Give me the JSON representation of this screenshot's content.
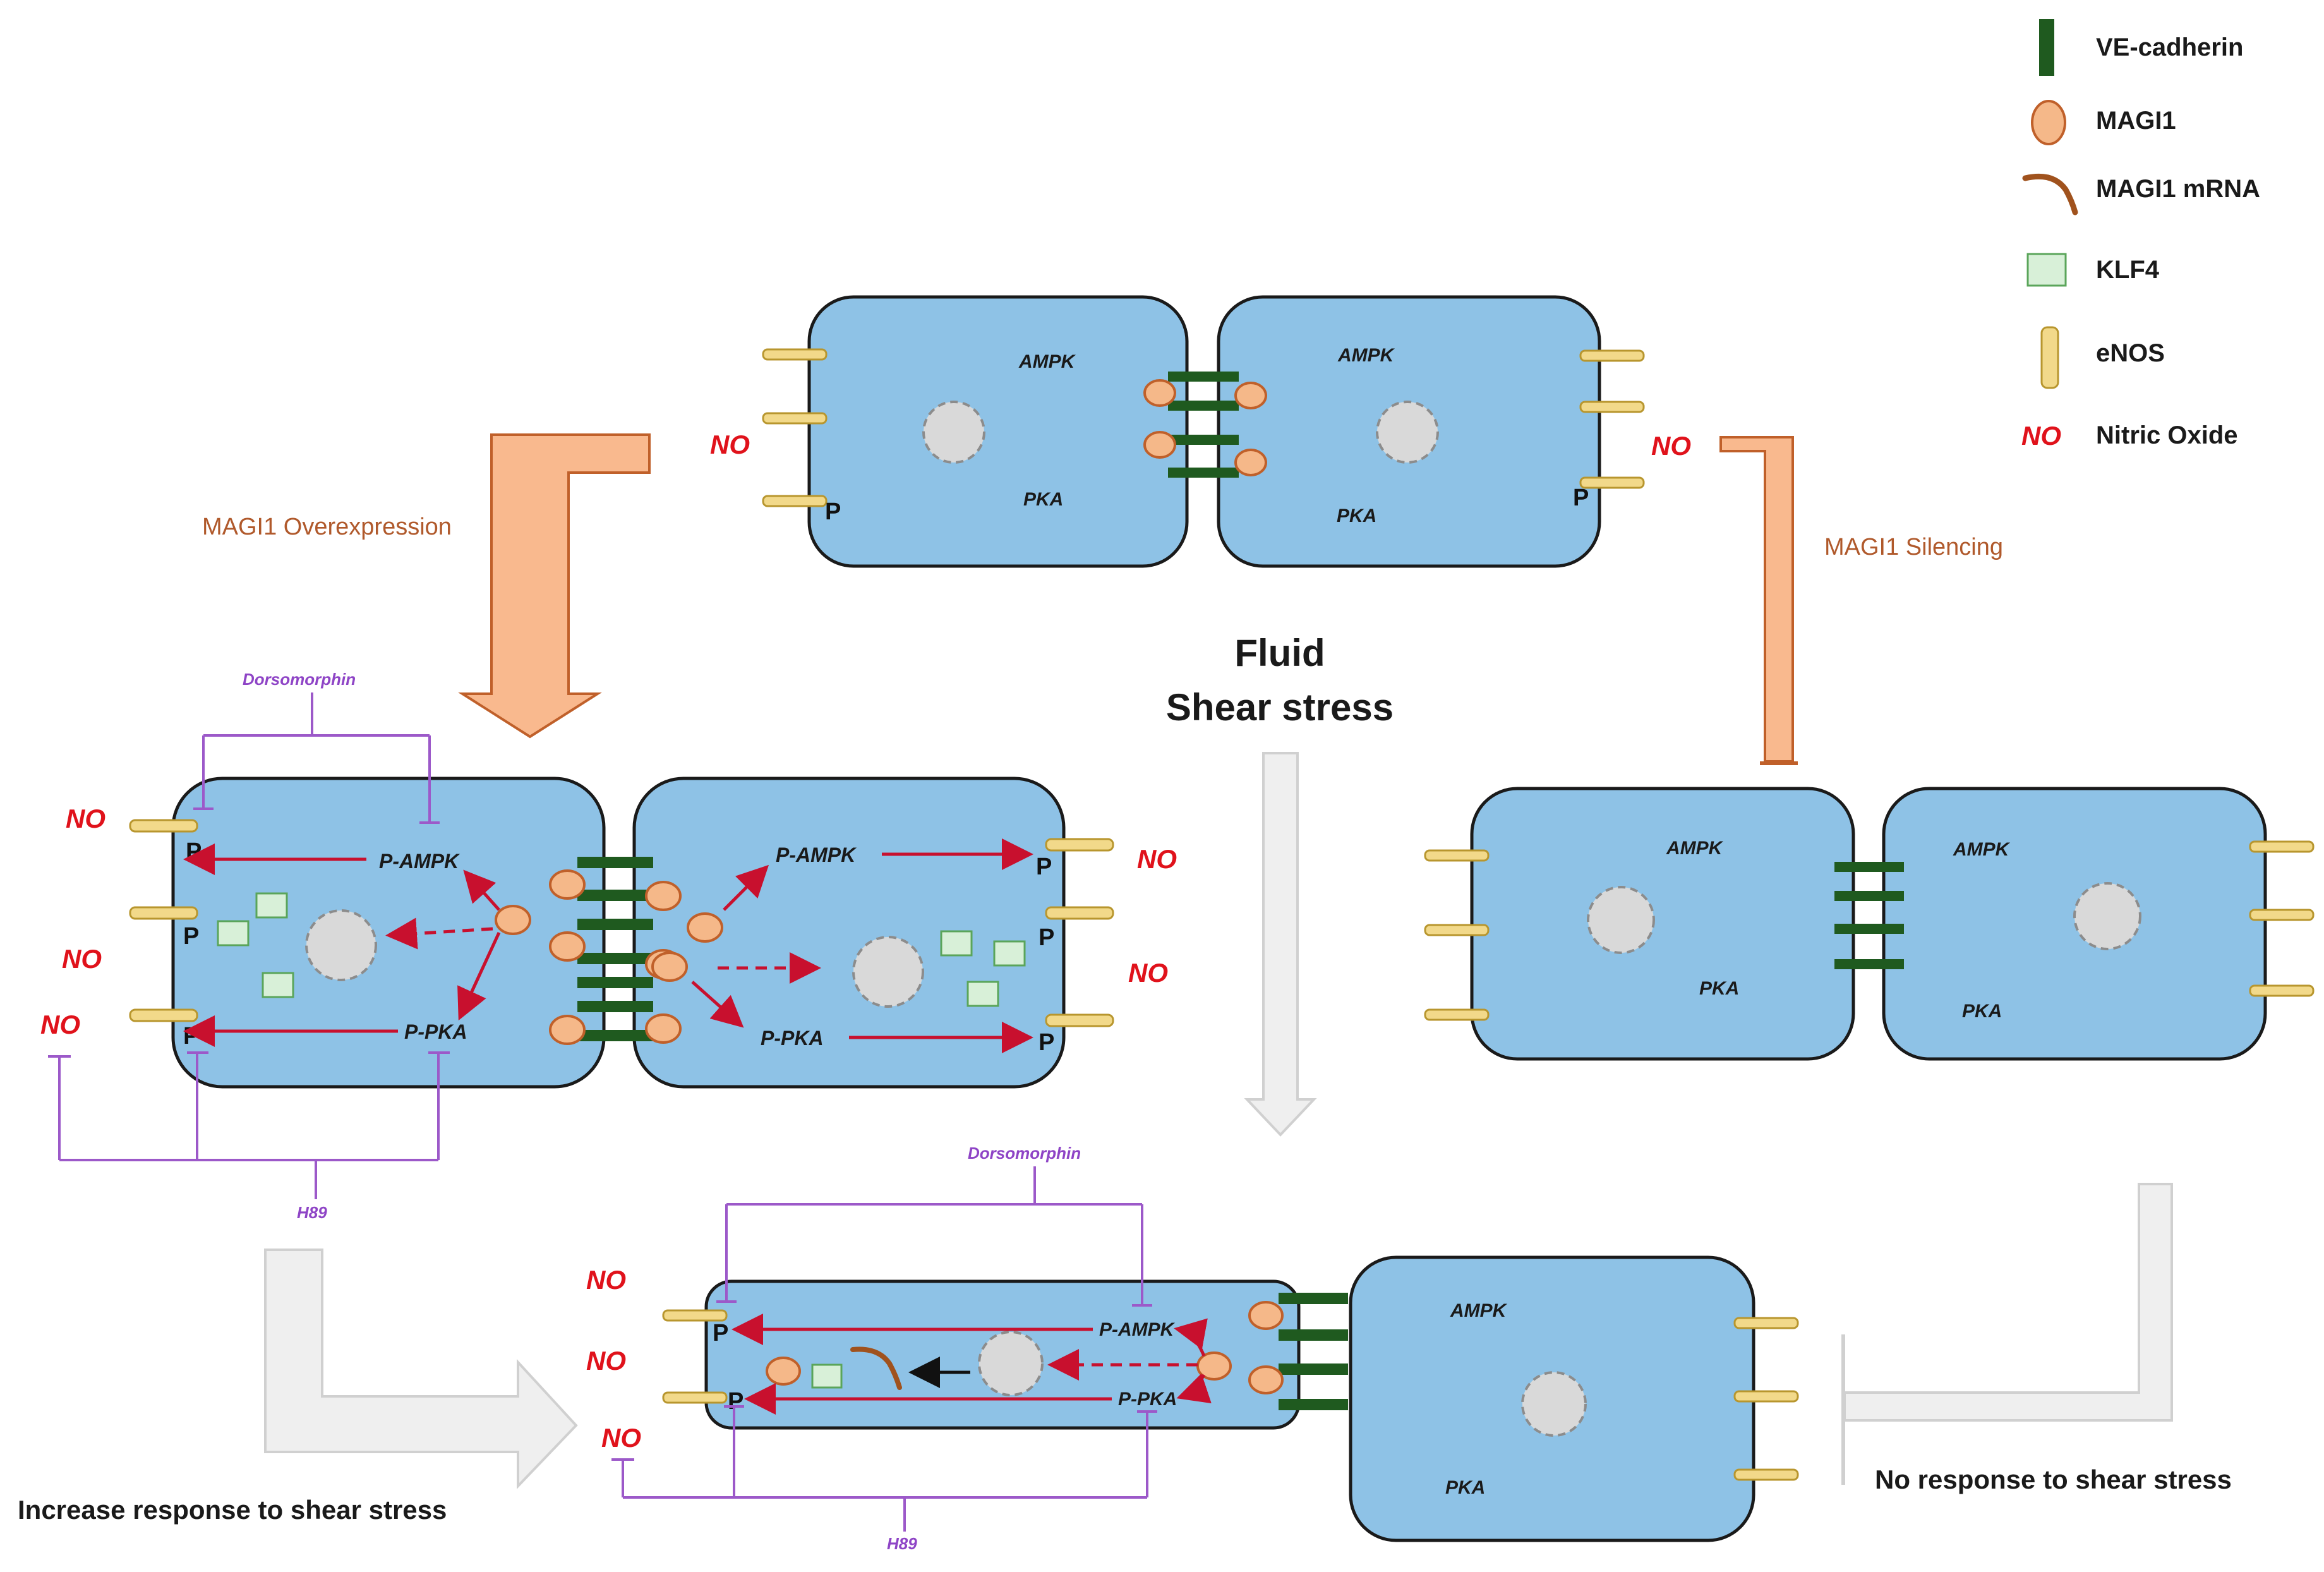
{
  "legend": {
    "ve_cadherin": "VE-cadherin",
    "magi1": "MAGI1",
    "magi1_mrna": "MAGI1 mRNA",
    "klf4": "KLF4",
    "enos": "eNOS",
    "no_symbol": "NO",
    "nitric_oxide": "Nitric Oxide"
  },
  "labels": {
    "ampk": "AMPK",
    "pka": "PKA",
    "p_ampk": "P-AMPK",
    "p_pka": "P-PKA",
    "no": "NO",
    "p": "P",
    "dorsomorphin": "Dorsomorphin",
    "h89": "H89"
  },
  "arrows": {
    "overexpression": "MAGI1 Overexpression",
    "silencing": "MAGI1 Silencing"
  },
  "center": {
    "line1": "Fluid",
    "line2": "Shear stress"
  },
  "captions": {
    "increase": "Increase response to shear stress",
    "no_response": "No response to shear stress"
  },
  "colors": {
    "cell": "#8ec2e6",
    "no_text": "#e0121b",
    "inhibitor": "#9c59c9",
    "arrow_orange": "#f9b98e",
    "arrow_gray": "#efefef"
  }
}
